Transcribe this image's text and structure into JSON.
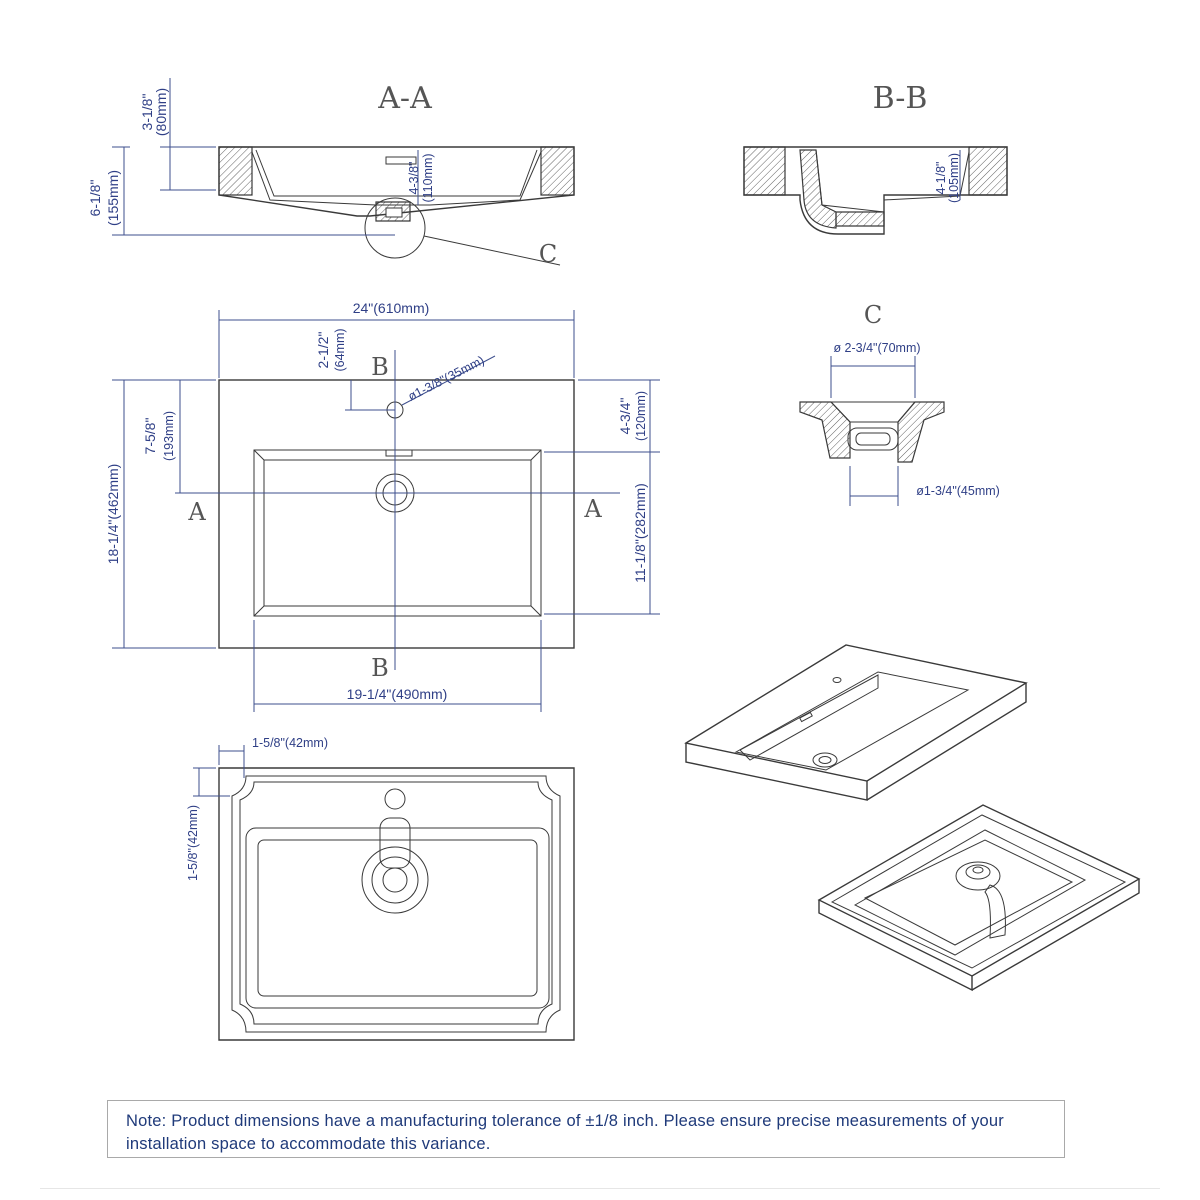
{
  "sections": {
    "aa": "A-A",
    "bb": "B-B",
    "c_marker": "C",
    "c_detail": "C",
    "a_left": "A",
    "a_right": "A",
    "b_top": "B",
    "b_bottom": "B"
  },
  "dimensions": {
    "aa_top_in": "3-1/8\"",
    "aa_top_mm": "(80mm)",
    "aa_height_in": "6-1/8\"",
    "aa_height_mm": "(155mm)",
    "aa_depth_in": "4-3/8\"",
    "aa_depth_mm": "(110mm)",
    "bb_depth_in": "4-1/8\"",
    "bb_depth_mm": "(105mm)",
    "width": "24\"(610mm)",
    "faucet_offset_in": "2-1/2\"",
    "faucet_offset_mm": "(64mm)",
    "faucet_hole": "ø1-3/8\"(35mm)",
    "to_drain_in": "7-5/8\"",
    "to_drain_mm": "(193mm)",
    "depth_total": "18-1/4\"(462mm)",
    "right_upper_in": "4-3/4\"",
    "right_upper_mm": "(120mm)",
    "right_lower": "11-1/8\"(282mm)",
    "bowl_width": "19-1/4\"(490mm)",
    "c_top": "ø 2-3/4\"(70mm)",
    "c_bottom": "ø1-3/4\"(45mm)",
    "under_h": "1-5/8\"(42mm)",
    "under_v": "1-5/8\"(42mm)"
  },
  "note": "Note: Product dimensions have a manufacturing tolerance of ±1/8 inch. Please ensure precise measurements of your installation space to accommodate this variance."
}
